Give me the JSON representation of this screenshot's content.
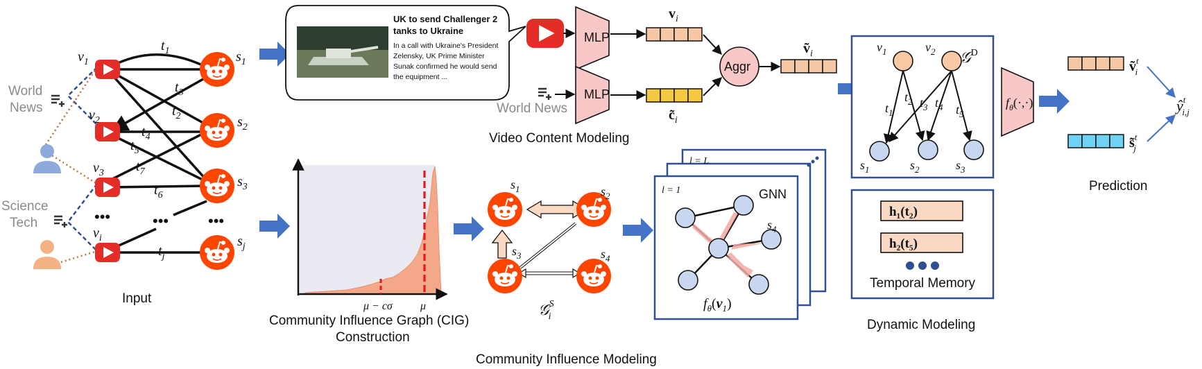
{
  "input": {
    "videos": [
      "v_1",
      "v_2",
      "v_3",
      "v_i"
    ],
    "communities": [
      "s_1",
      "s_2",
      "s_3",
      "s_j"
    ],
    "edges": [
      "t_1",
      "t_2",
      "t_3",
      "t_4",
      "t_5",
      "t_6",
      "t_7",
      "t_j"
    ],
    "topics": [
      "World\nNews",
      "Science\nTech"
    ],
    "ellipsis": "•••",
    "caption": "Input"
  },
  "video_content": {
    "headline": "UK to send Challenger 2 tanks to Ukraine",
    "body": "In a call with Ukraine's President Zelensky, UK Prime Minister Sunak confirmed he would send the equipment ...",
    "mlp": "MLP",
    "aggr": "Aggr",
    "v_vec": "v",
    "v_sub": "i",
    "c_vec": "c̃",
    "vt_vec": "ṽ",
    "topic": "World News",
    "caption": "Video Content Modeling"
  },
  "cig": {
    "mu_minus": "μ − cσ",
    "mu": "μ",
    "caption_line1": "Community Influence Graph (CIG)",
    "caption_line2": "Construction"
  },
  "influence": {
    "nodes": [
      "s_1",
      "s_2",
      "s_3",
      "s_4"
    ],
    "graph_label": "𝒢",
    "graph_sup": "S",
    "graph_sub": "i",
    "caption": "Community Influence Modeling"
  },
  "gnn": {
    "layer_L": "l = L",
    "layer_1": "l = 1",
    "title": "GNN",
    "node_label": "s_4",
    "func": "f",
    "func_arg": "(v₁)"
  },
  "dynamic": {
    "graph_label": "𝒢",
    "graph_sup": "D",
    "videos": [
      "v_1",
      "v_2"
    ],
    "communities": [
      "s_1",
      "s_2",
      "s_3"
    ],
    "edges": [
      "t_1",
      "t_2",
      "t_3",
      "t_4",
      "t_5"
    ],
    "memory": [
      "h₁(t₂)",
      "h₂(t₅)"
    ],
    "memory_title": "Temporal Memory",
    "caption": "Dynamic Modeling",
    "func": "f"
  },
  "prediction": {
    "v_label": "ṽ",
    "s_label": "s̃",
    "y_label": "ŷ",
    "caption": "Prediction"
  },
  "colors": {
    "youtube": "#e52d27",
    "reddit": "#ff4500",
    "blue_frame": "#2f4f8f",
    "arrow_blue": "#4472c4",
    "mlp_fill": "#f8c7c7",
    "orange_vec": "#f6c7a4",
    "yellow_vec": "#f5c842",
    "cyan_vec": "#6fd3f5",
    "hist": "#f4a88a",
    "node_blue": "#c9d6f0",
    "node_peach": "#f8c9a4"
  }
}
